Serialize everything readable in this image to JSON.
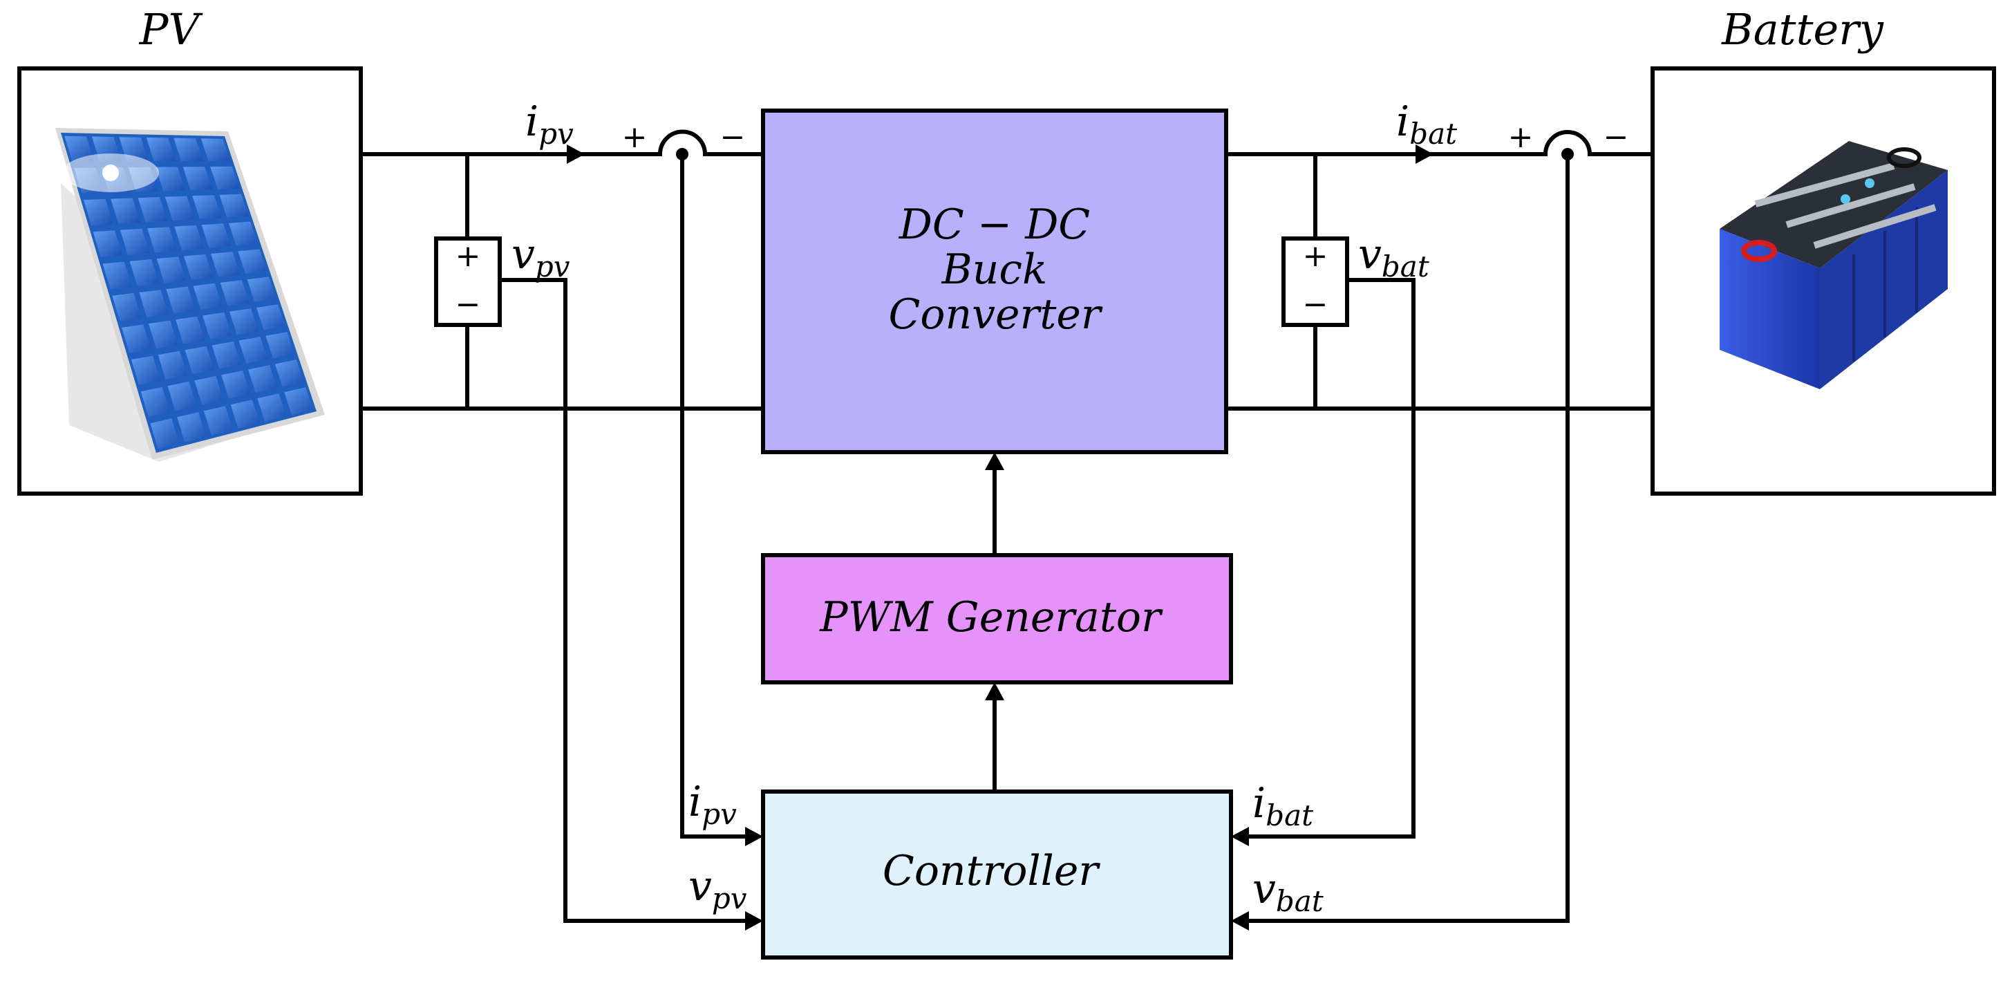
{
  "pv": {
    "title": "PV"
  },
  "battery": {
    "title": "Battery"
  },
  "converter": {
    "line1": "DC − DC",
    "line2": "Buck",
    "line3": "Converter",
    "fill": "#b9b0fb"
  },
  "pwm": {
    "label": "PWM Generator",
    "fill": "#e592fb"
  },
  "controller": {
    "label": "Controller",
    "fill": "#dff1fb"
  },
  "signals": {
    "ipv": {
      "main": "i",
      "sub": "pv"
    },
    "vpv": {
      "main": "v",
      "sub": "pv"
    },
    "ibat": {
      "main": "i",
      "sub": "bat"
    },
    "vbat": {
      "main": "v",
      "sub": "bat"
    }
  },
  "signs": {
    "plus": "+",
    "minus": "−"
  },
  "colors": {
    "panel_blue": "#1f5fc0",
    "battery_blue": "#2a4fd0",
    "battery_red": "#d61e1e"
  }
}
